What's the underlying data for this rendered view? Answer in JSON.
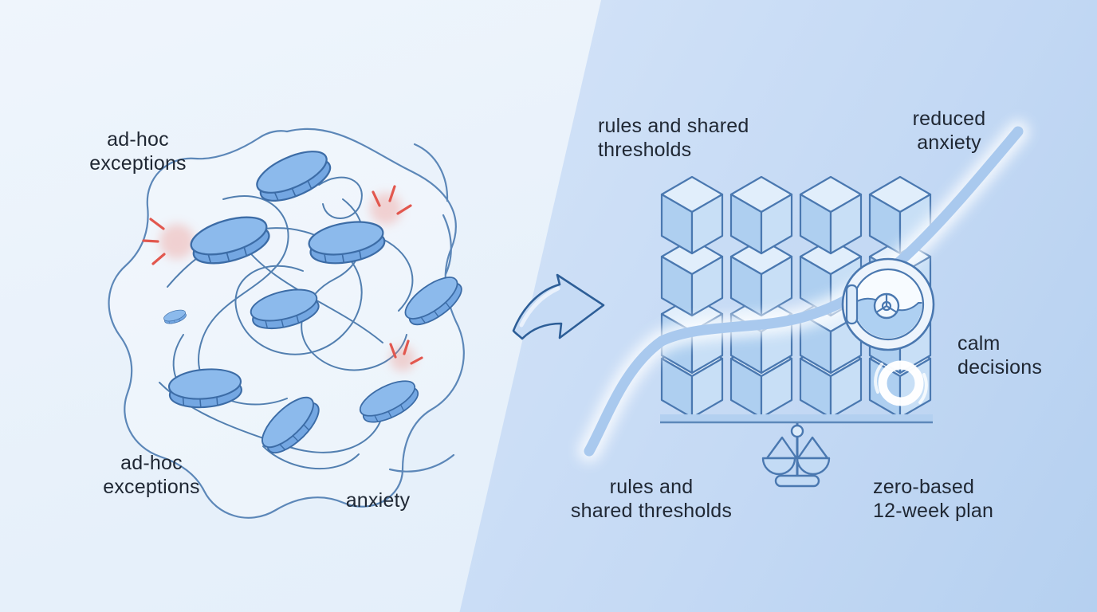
{
  "scene": {
    "title": "before-after illustration: chaos of ad-hoc exceptions transforming into rules and shared thresholds",
    "left_panel": {
      "label_top": "ad-hoc\nexceptions",
      "label_bottom": "ad-hoc\nexceptions",
      "label_anxiety": "anxiety",
      "icons": [
        "chaos-blob",
        "tangle-lines",
        "coin-disc",
        "alert-spark"
      ]
    },
    "right_panel": {
      "label_top": "rules and shared\nthresholds",
      "label_reduced_anxiety": "reduced\nanxiety",
      "label_calm_decisions": "calm\ndecisions",
      "label_bottom": "rules and\nshared thresholds",
      "label_plan": "zero-based\n12-week plan",
      "icons": [
        "cube-grid",
        "shelf-bar",
        "balance-scale",
        "gauge-dial",
        "swirl-logo",
        "growth-curve"
      ]
    },
    "transform_arrow": "curved right arrow",
    "colors": {
      "bg_left": "#e9f1fb",
      "bg_right_start": "#dde9f9",
      "bg_right_end": "#b5d0f0",
      "text": "#1f2733",
      "outline_blue": "#4a78b0",
      "line_blue": "#567fae",
      "coin_fill": "#8cbaec",
      "coin_rim": "#74a7e2",
      "cube_top": "#e1eefb",
      "cube_left": "#aecff0",
      "cube_right": "#c8dff6",
      "curve_blue": "#a9c9ee",
      "arrow_fill": "#c6dbf5",
      "arrow_stroke": "#2d5e97",
      "spark_red": "#e2574e",
      "white": "#ffffff"
    }
  }
}
